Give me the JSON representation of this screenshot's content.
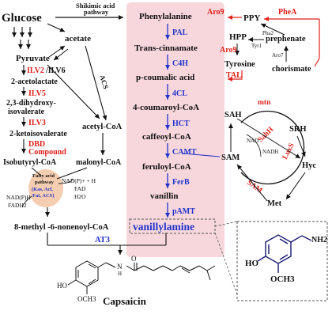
{
  "left": {
    "glucose": "Glucose",
    "shikimic": "Shikimic acid",
    "pathway": "pathway",
    "acetate": "acetate",
    "pyruvate": "Pyruvate",
    "ilv2": "ILV2",
    "ilv6": "/ILV6",
    "acetolactate": "2-acetolactate",
    "ilv5": "ILV5",
    "dihydroxy": "2,3-dihydroxy-",
    "isovalerate": "isovalerate",
    "ilv3": "ILV3",
    "ketoiso": "2-ketoisovalerate",
    "dbd": "DBD",
    "compound": "Compound",
    "acs": "ACS",
    "acetylcoa": "acetyl-CoA",
    "isobutyryl": "Isobutyryl-CoA",
    "malonyl": "malonyl-CoA",
    "fa1": "Fatty acid",
    "fa2": "pathway",
    "fa3": "(Kas, Acl,",
    "fa4": "Fat, ACS)",
    "nadp": "NAD(P)+ + H",
    "fad": "FAD",
    "h2o": "H2O",
    "nadph": "NAD(P)H",
    "fadh": "FADH2",
    "methyl": "8-methyl -6-nonenoyl-CoA",
    "at3": "AT3",
    "ho": "HO",
    "och3": "OCH3",
    "capsaicin": "Capsaicin",
    "amide_o": "O",
    "amide_nh": "N",
    "amide_h": "H"
  },
  "center": {
    "phenylalanine": "Phenylalanine",
    "pal": "PAL",
    "transcin": "Trans-cinnamate",
    "c4h": "C4H",
    "pcoumalic": "p-coumalic acid",
    "tal": "TAL",
    "fcl": "4CL",
    "coumaroyl": "4-coumaroyl-CoA",
    "hct": "HCT",
    "caffeoyl": "caffeoyl-CoA",
    "camt": "CAMT",
    "feruloyl": "feruloyl-CoA",
    "ferb": "FerB",
    "vanillin": "vanillin",
    "pamt": "pAMT",
    "vanillylamine": "vanillylamine"
  },
  "right": {
    "aro9_top": "Aro9",
    "ppy": "PPY",
    "phea": "PheA",
    "pha2": "Pha2",
    "hpp": "HPP",
    "tyr1": "Tyr1",
    "prephenate": "prephenate",
    "aro9_mid": "Aro9",
    "tyrosine": "Tyrosine",
    "aro7": "Aro7",
    "chorismate": "chorismate",
    "sah": "SAH",
    "mtn": "mtn",
    "srh": "SRH",
    "sahh": "SahH",
    "luxs": "LuxS",
    "sam": "SAM",
    "nad": "NAD",
    "nadh": "NADH",
    "hyc": "Hyc",
    "sam_enz": "SAM",
    "met": "Met"
  },
  "inset": {
    "ho": "HO",
    "och3": "OCH3",
    "nh2": "NH2"
  },
  "colors": {
    "red": "#e0201b",
    "blue": "#2233cc",
    "pink_panel": "#f7d7dc",
    "dark_blue_structure": "#1a1a6e",
    "fatty_ellipse": "#f4c9a8"
  }
}
